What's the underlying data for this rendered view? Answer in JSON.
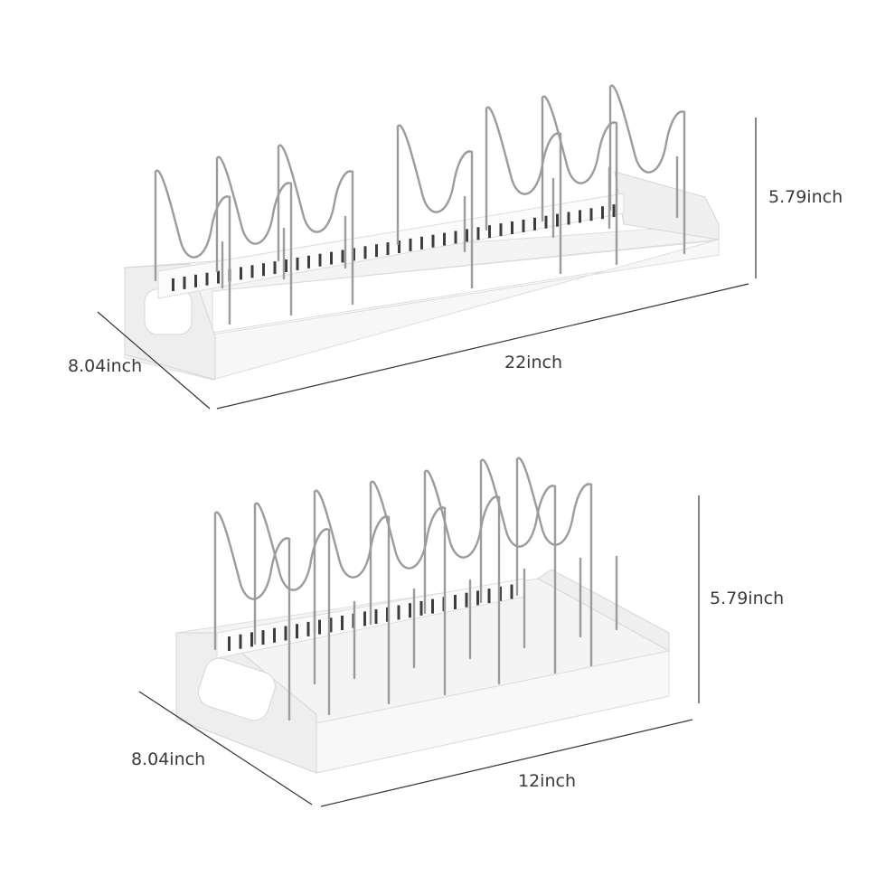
{
  "colors": {
    "background": "#ffffff",
    "tray": "#f3f3f3",
    "tray_shadow": "#d9d9d9",
    "wire": "#9a9a9a",
    "dimension_line": "#333333",
    "label": "#3a3a3a"
  },
  "top_rack": {
    "height_label": "5.79inch",
    "depth_label": "8.04inch",
    "width_label": "22inch"
  },
  "bottom_rack": {
    "height_label": "5.79inch",
    "depth_label": "8.04inch",
    "width_label": "12inch"
  }
}
